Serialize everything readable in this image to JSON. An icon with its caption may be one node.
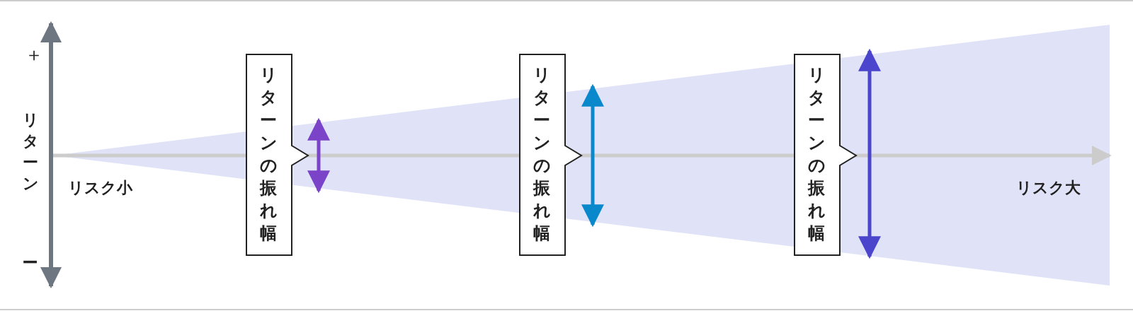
{
  "diagram": {
    "nodes": [
      {
        "text": [
          "リターンの振れ幅"
        ]
      },
      {
        "text": [
          "リターンの振れ幅"
        ]
      },
      {
        "text": [
          "リターンの振れ幅"
        ]
      }
    ],
    "edges": [],
    "labels": [
      "＋",
      "リターン",
      "リスク小",
      "−",
      "リスク大"
    ]
  }
}
